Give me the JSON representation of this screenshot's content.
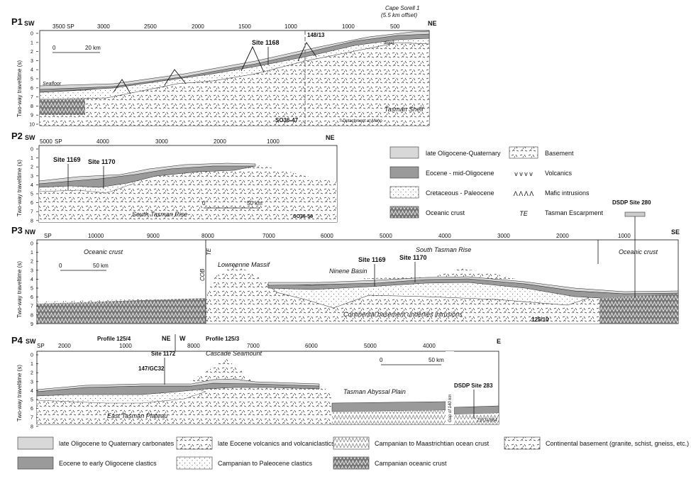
{
  "panels": [
    {
      "id": "P1",
      "left": "SW",
      "right": "NE",
      "sp": "SP",
      "ticks": [
        "3500",
        "3000",
        "2500",
        "2000",
        "1500",
        "1000",
        "1000",
        "500"
      ],
      "yticks": [
        "0",
        "1",
        "2",
        "3",
        "4",
        "5",
        "6",
        "7",
        "8",
        "9",
        "10"
      ],
      "scale": "20 km",
      "line_a": "148/13",
      "line_b": "SO36-47",
      "site": "Site 1168",
      "seafloor": "Seafloor",
      "well": "Cape Sorell 1",
      "well_note": "(5.5 km offset)",
      "diapir": "diapir",
      "shelf": "Tasman Shelf",
      "detach": "? Detachment at Moho"
    },
    {
      "id": "P2",
      "left": "SW",
      "right": "NE",
      "sp": "SP",
      "ticks": [
        "5000",
        "4000",
        "3000",
        "2000",
        "1000"
      ],
      "yticks": [
        "0",
        "1",
        "2",
        "3",
        "4",
        "5",
        "6",
        "7",
        "8"
      ],
      "scale": "50 km",
      "line": "SO36-58",
      "sites": [
        "Site 1169",
        "Site 1170"
      ],
      "rise": "South Tasman Rise"
    },
    {
      "id": "P3",
      "left": "NW",
      "right": "SE",
      "sp": "SP",
      "ticks": [
        "10000",
        "9000",
        "8000",
        "7000",
        "6000",
        "5000",
        "4000",
        "3000",
        "2000",
        "1000"
      ],
      "yticks": [
        "0",
        "1",
        "2",
        "3",
        "4",
        "5",
        "6",
        "7",
        "8",
        "9"
      ],
      "scale": "50 km",
      "line": "125/10",
      "sites": [
        "Site 1169",
        "Site 1170"
      ],
      "dsdp": "DSDP Site 280",
      "crust_l": "Oceanic crust",
      "crust_r": "Oceanic crust",
      "te": "TE",
      "cob": "COB",
      "massif": "Lowreenne Massif",
      "basin": "Ninene Basin",
      "rise": "South Tasman Rise",
      "basement": "Continental basement underlies intrusions"
    },
    {
      "id": "P4",
      "left": "SW",
      "mid_ne": "NE",
      "mid_w": "W",
      "right": "E",
      "sp": "SP",
      "ticks": [
        "2000",
        "1000",
        "8000",
        "7000",
        "6000",
        "5000",
        "4000"
      ],
      "yticks": [
        "0",
        "1",
        "2",
        "3",
        "4",
        "5",
        "6",
        "7",
        "8"
      ],
      "scale": "50 km",
      "profile_a": "Profile 125/4",
      "profile_b": "Profile 125/3",
      "site": "Site 1172",
      "core": "147/GC32",
      "seamount": "Cascade Seamount",
      "plain": "Tasman Abyssal Plain",
      "dsdp": "DSDP Site 283",
      "gap": "Gap of 140 km",
      "plateau": "East Tasman Plateau",
      "line": "23/OA/864"
    }
  ],
  "y_axis_label": "Two-way traveltime (s)",
  "legend_upper": [
    {
      "label": "late Oligocene-Quaternary",
      "sw": "lightgray"
    },
    {
      "label": "Eocene - mid-Oligocene",
      "sw": "gray"
    },
    {
      "label": "Cretaceous - Paleocene",
      "sw": "dots"
    },
    {
      "label": "Oceanic crust",
      "sw": "crust"
    },
    {
      "label": "Basement",
      "sw": "basement"
    },
    {
      "label": "Volcanics",
      "sw": "vvvv"
    },
    {
      "label": "Mafic intrusions",
      "sw": "AAAA"
    },
    {
      "label": "Tasman Escarpment",
      "sw": "TE"
    }
  ],
  "legend_lower": [
    {
      "label": "late Oligocene to Quaternary carbonates",
      "sw": "lightgray"
    },
    {
      "label": "Eocene to early Oligocene clastics",
      "sw": "gray"
    },
    {
      "label": "late Eocene volcanics and volcaniclastics",
      "sw": "basement"
    },
    {
      "label": "Campanian to Paleocene clastics",
      "sw": "dots"
    },
    {
      "label": "Campanian to Maastrichtian ocean crust",
      "sw": "vlight"
    },
    {
      "label": "Campanian oceanic crust",
      "sw": "crust"
    },
    {
      "label": "Continental basement (granite, schist, gneiss, etc.)",
      "sw": "basement"
    }
  ],
  "colors": {
    "light": "#d8d8d8",
    "mid": "#9a9a9a",
    "crust": "#7a7a7a",
    "line": "#111111"
  }
}
